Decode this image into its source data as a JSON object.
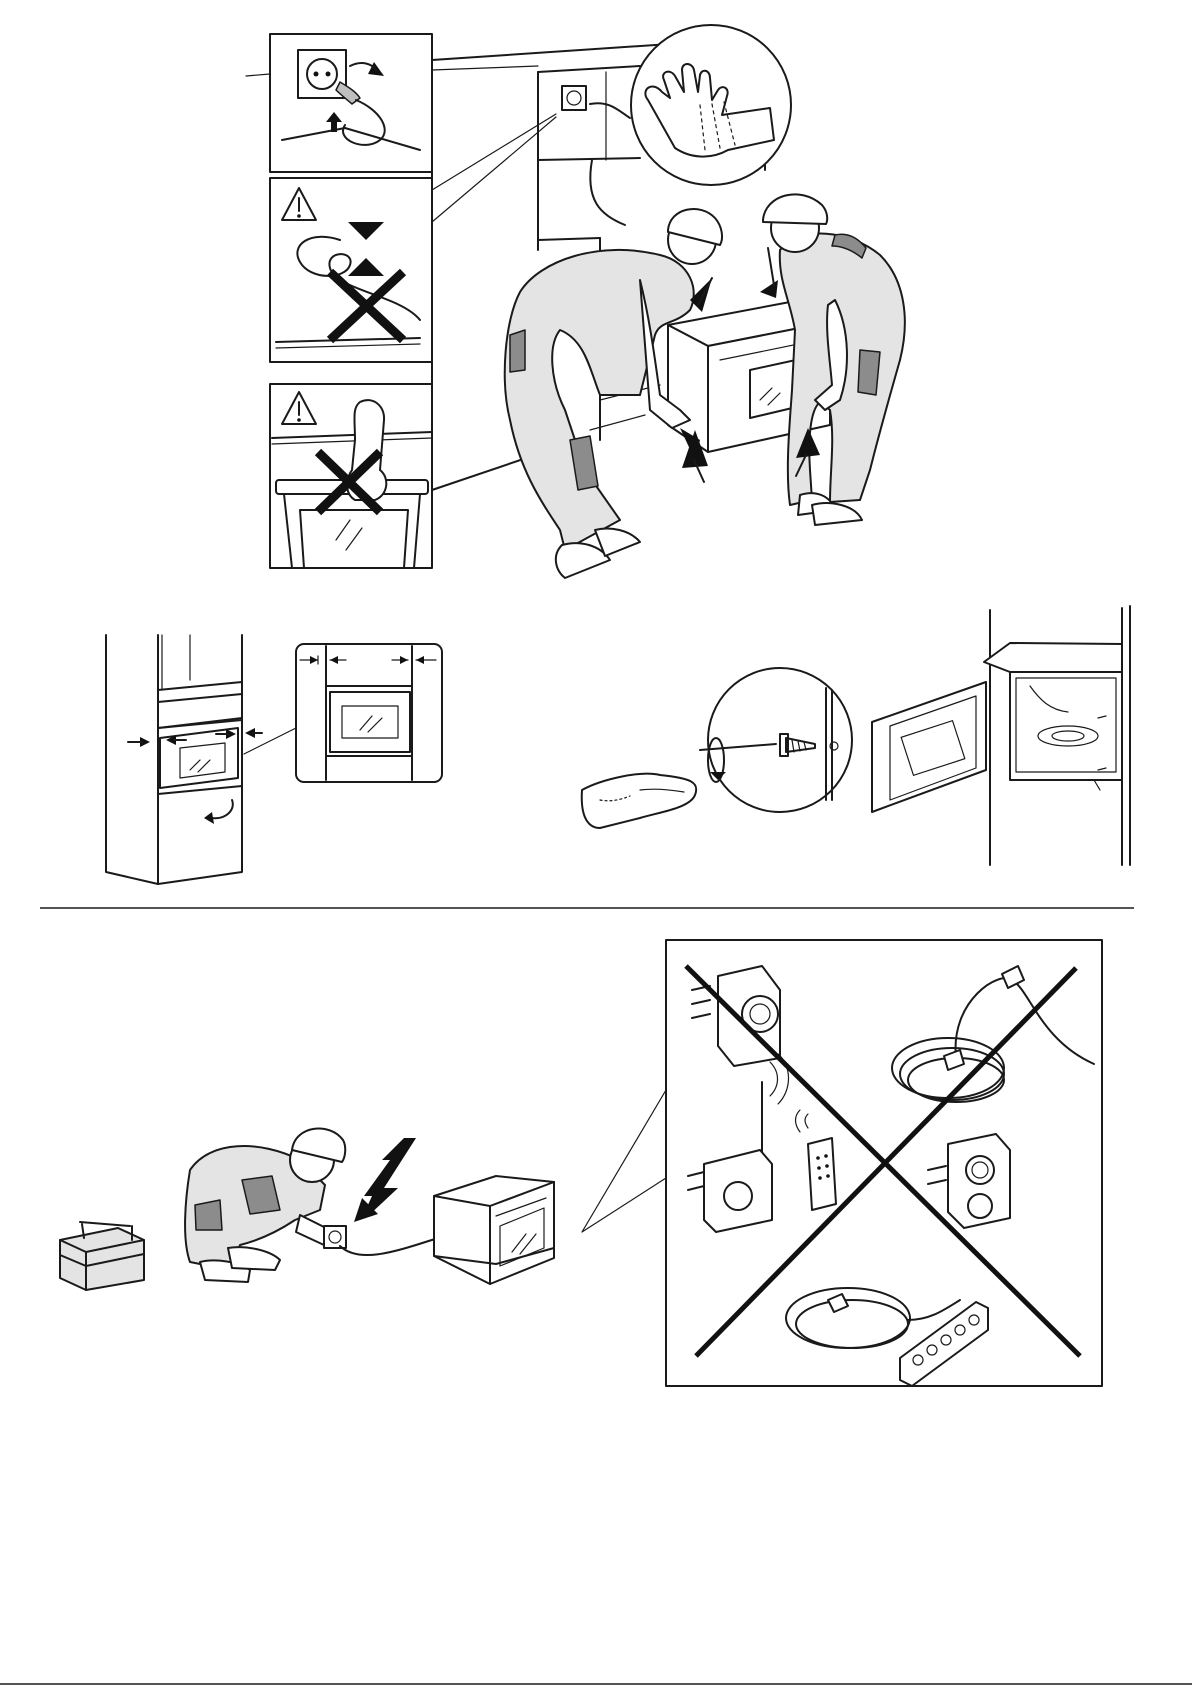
{
  "palette": {
    "ink": "#1a1a1a",
    "light_fill": "#e4e4e4",
    "mid_fill": "#bfbfbf",
    "dark_fill": "#8c8c8c",
    "background": "#ffffff"
  },
  "panels": {
    "top": {
      "insets": [
        {
          "icon": "socket-plug-icon"
        },
        {
          "icon": "warning-triangle-icon",
          "prohibited": true,
          "subject": "pinched-cable"
        },
        {
          "icon": "warning-triangle-icon",
          "prohibited": true,
          "subject": "lifting-by-door-handle"
        }
      ],
      "magnifier_icon": "protective-glove-icon",
      "scene": "two-installers-lifting-oven-into-cabinet"
    },
    "middle": {
      "left_scene": "oven-centered-in-tall-cabinet",
      "right_scene": "screw-fixing-oven-to-cabinet"
    },
    "bottom": {
      "left_scene": "electrician-connecting-oven-to-wall-socket",
      "right_scene": "no-adapters-timers-extension-cords",
      "prohibited": true
    }
  }
}
